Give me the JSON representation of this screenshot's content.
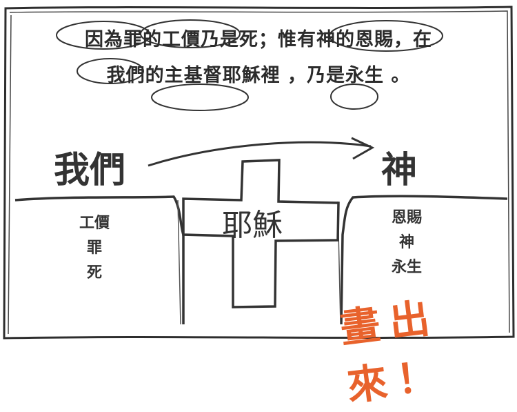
{
  "verse": {
    "line1": "因為罪的工價乃是死；惟有神的恩賜，在",
    "line2": "我們的主基督耶穌裡 ，乃是永生 。"
  },
  "diagram": {
    "left_label": "我們",
    "right_label": "神",
    "bridge_label": "耶穌",
    "left_items": [
      "工價",
      "罪",
      "死"
    ],
    "right_items": [
      "恩賜",
      "神",
      "永生"
    ]
  },
  "stamp_text": "畫出來！",
  "colors": {
    "ink": "#333333",
    "accent": "#e8622c"
  }
}
